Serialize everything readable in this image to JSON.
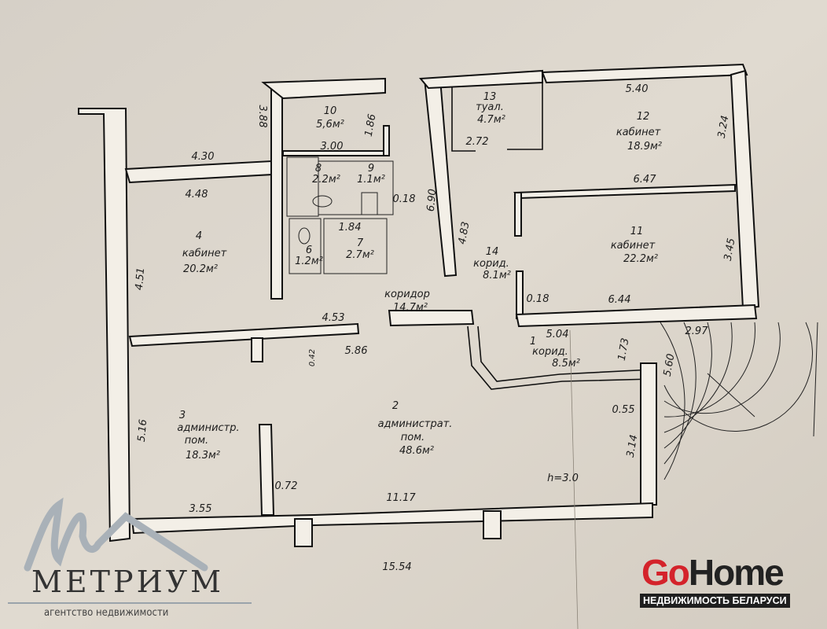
{
  "rooms": {
    "r10": {
      "num": "10",
      "area": "5,6м²"
    },
    "r8": {
      "num": "8",
      "area": "2.2м²"
    },
    "r9": {
      "num": "9",
      "area": "1.1м²"
    },
    "r6": {
      "num": "6",
      "area": "1.2м²"
    },
    "r7": {
      "num": "7",
      "area": "2.7м²"
    },
    "r4": {
      "num": "4",
      "name": "кабинет",
      "area": "20.2м²"
    },
    "corridor": {
      "name": "коридор",
      "area": "14.7м²"
    },
    "r13": {
      "num": "13",
      "name": "туал.",
      "area": "4.7м²"
    },
    "r12": {
      "num": "12",
      "name": "кабинет",
      "area": "18.9м²"
    },
    "r11": {
      "num": "11",
      "name": "кабинет",
      "area": "22.2м²"
    },
    "r14": {
      "num": "14",
      "name": "корид.",
      "area": "8.1м²"
    },
    "r1": {
      "num": "1",
      "name": "корид.",
      "area": "8.5м²"
    },
    "r3": {
      "num": "3",
      "name1": "администр.",
      "name2": "пом.",
      "area": "18.3м²"
    },
    "r2": {
      "num": "2",
      "name1": "администрат.",
      "name2": "пом.",
      "area": "48.6м²"
    }
  },
  "dimensions": {
    "d388": "3.88",
    "d186": "1.86",
    "d300": "3.00",
    "d430": "4.30",
    "d448": "4.48",
    "d018a": "0.18",
    "d690": "6.90",
    "d184": "1.84",
    "d451": "4.51",
    "d453": "4.53",
    "d042": "0.42",
    "d586": "5.86",
    "d483": "4.83",
    "d272": "2.72",
    "d540": "5.40",
    "d324": "3.24",
    "d647": "6.47",
    "d345": "3.45",
    "d018b": "0.18",
    "d644": "6.44",
    "d504": "5.04",
    "d173": "1.73",
    "d560": "5.60",
    "d297": "2.97",
    "d055": "0.55",
    "d314": "3.14",
    "d516": "5.16",
    "d072": "0.72",
    "d1117": "11.17",
    "height": "h=3.0",
    "d355": "3.55",
    "d1554": "15.54"
  },
  "logos": {
    "metrium": {
      "title": "МЕТРИУМ",
      "subtitle": "агентство недвижимости"
    },
    "gohome": {
      "go": "Go",
      "home": "Home",
      "subtitle": "НЕДВИЖИМОСТЬ БЕЛАРУСИ"
    }
  }
}
